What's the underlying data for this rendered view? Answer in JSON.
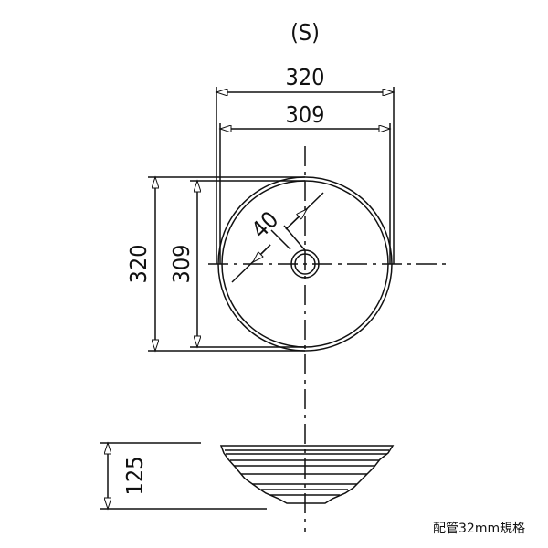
{
  "title": "(S)",
  "dimensions": {
    "outer_width": "320",
    "inner_width": "309",
    "outer_depth": "320",
    "inner_depth": "309",
    "drain_offset": "40",
    "height": "125"
  },
  "note": "配管32mm規格",
  "colors": {
    "line": "#111111",
    "background": "#ffffff"
  }
}
